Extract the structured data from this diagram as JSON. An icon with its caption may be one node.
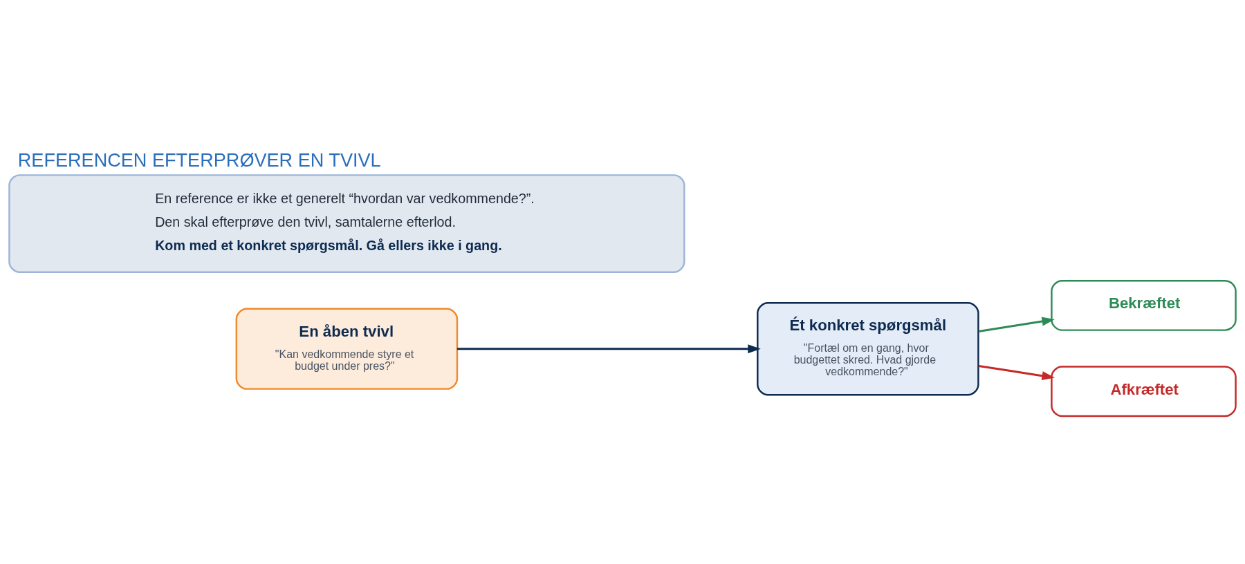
{
  "diagram": {
    "title": "REFERENCEN EFTERPRØVER EN TVIVL",
    "nodes": [
      {
        "text": [
          "En åben tvivl",
          "\"Kan vedkommende styre et budget under pres?\""
        ]
      },
      {
        "text": [
          "Ét konkret spørgsmål",
          "\"Fortæl om en gang, hvor budgettet skred. Hvad gjorde vedkommende?\""
        ]
      },
      {
        "text": [
          "Bekræftet"
        ]
      },
      {
        "text": [
          "Afkræftet"
        ]
      },
      {
        "text": [
          "En reference er ikke et generelt “hvordan var vedkommende?”.",
          "Den skal efterprøve den tvivl, samtalerne efterlod.",
          "Kom med et konkret spørgsmål. Gå ellers ikke i gang."
        ]
      }
    ],
    "edges": [
      {
        "from": 0,
        "to": 1,
        "arrow": "to",
        "color": "#0d2a4f"
      },
      {
        "from": 1,
        "to": 2,
        "arrow": "to",
        "color": "#2e8b57"
      },
      {
        "from": 1,
        "to": 3,
        "arrow": "to",
        "color": "#c62828"
      }
    ]
  }
}
